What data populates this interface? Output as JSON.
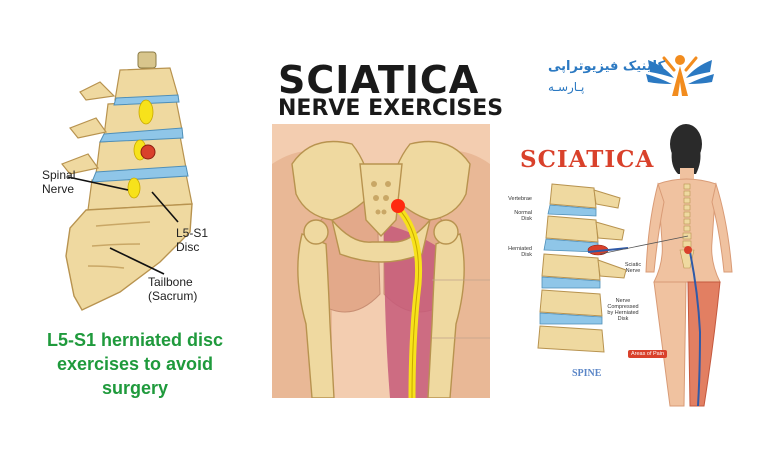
{
  "left_panel": {
    "label_spinal_nerve": "Spinal\nNerve",
    "label_disc": "L5-S1\nDisc",
    "label_tailbone": "Tailbone\n(Sacrum)",
    "caption": "L5-S1 herniated disc exercises to avoid surgery"
  },
  "center_panel": {
    "title_line1": "SCIATICA",
    "title_line2": "NERVE EXERCISES"
  },
  "right_panel": {
    "logo_line1": "کلینیک فیزیوتراپی",
    "logo_line2": "پـارسـه",
    "title": "SCIATICA",
    "label_vertebrae": "Vertebrae",
    "label_normal_disk": "Normal\nDisk",
    "label_herniated_disk": "Herniated\nDisk",
    "label_sciatic_nerve": "Sciatic\nNerve",
    "label_nerve_compressed": "Nerve\nCompressed\nby Herniated\nDisk",
    "label_spine": "SPINE",
    "label_area_of_pain": "Areas of Pain"
  },
  "colors": {
    "bone": "#efd9a0",
    "bone_shade": "#c9a766",
    "disc_blue": "#8fc6e8",
    "nerve_yellow": "#f7e21b",
    "caption_green": "#1f9a3c",
    "accent_red": "#d9412b",
    "logo_blue": "#2b79c2",
    "skin": "#f0c2a0",
    "muscle": "#c65b7a"
  }
}
